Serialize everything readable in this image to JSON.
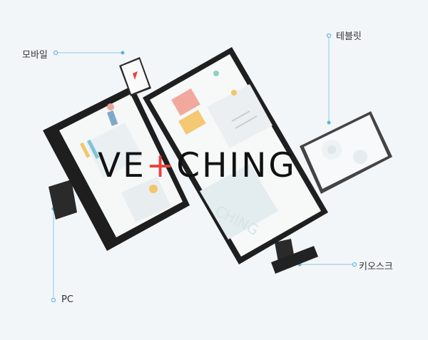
{
  "labels": {
    "mobile": "모바일",
    "tablet": "테블릿",
    "kiosk": "키오스크",
    "pc": "PC"
  },
  "brand": {
    "part1": "VE",
    "accent": "+",
    "part2": "CHING",
    "accent_color": "#e8423f"
  },
  "colors": {
    "background": "#f3f6f9",
    "leader_line": "#5fb3d9",
    "device_frame": "#222222",
    "screen": "#f7f8f8"
  }
}
